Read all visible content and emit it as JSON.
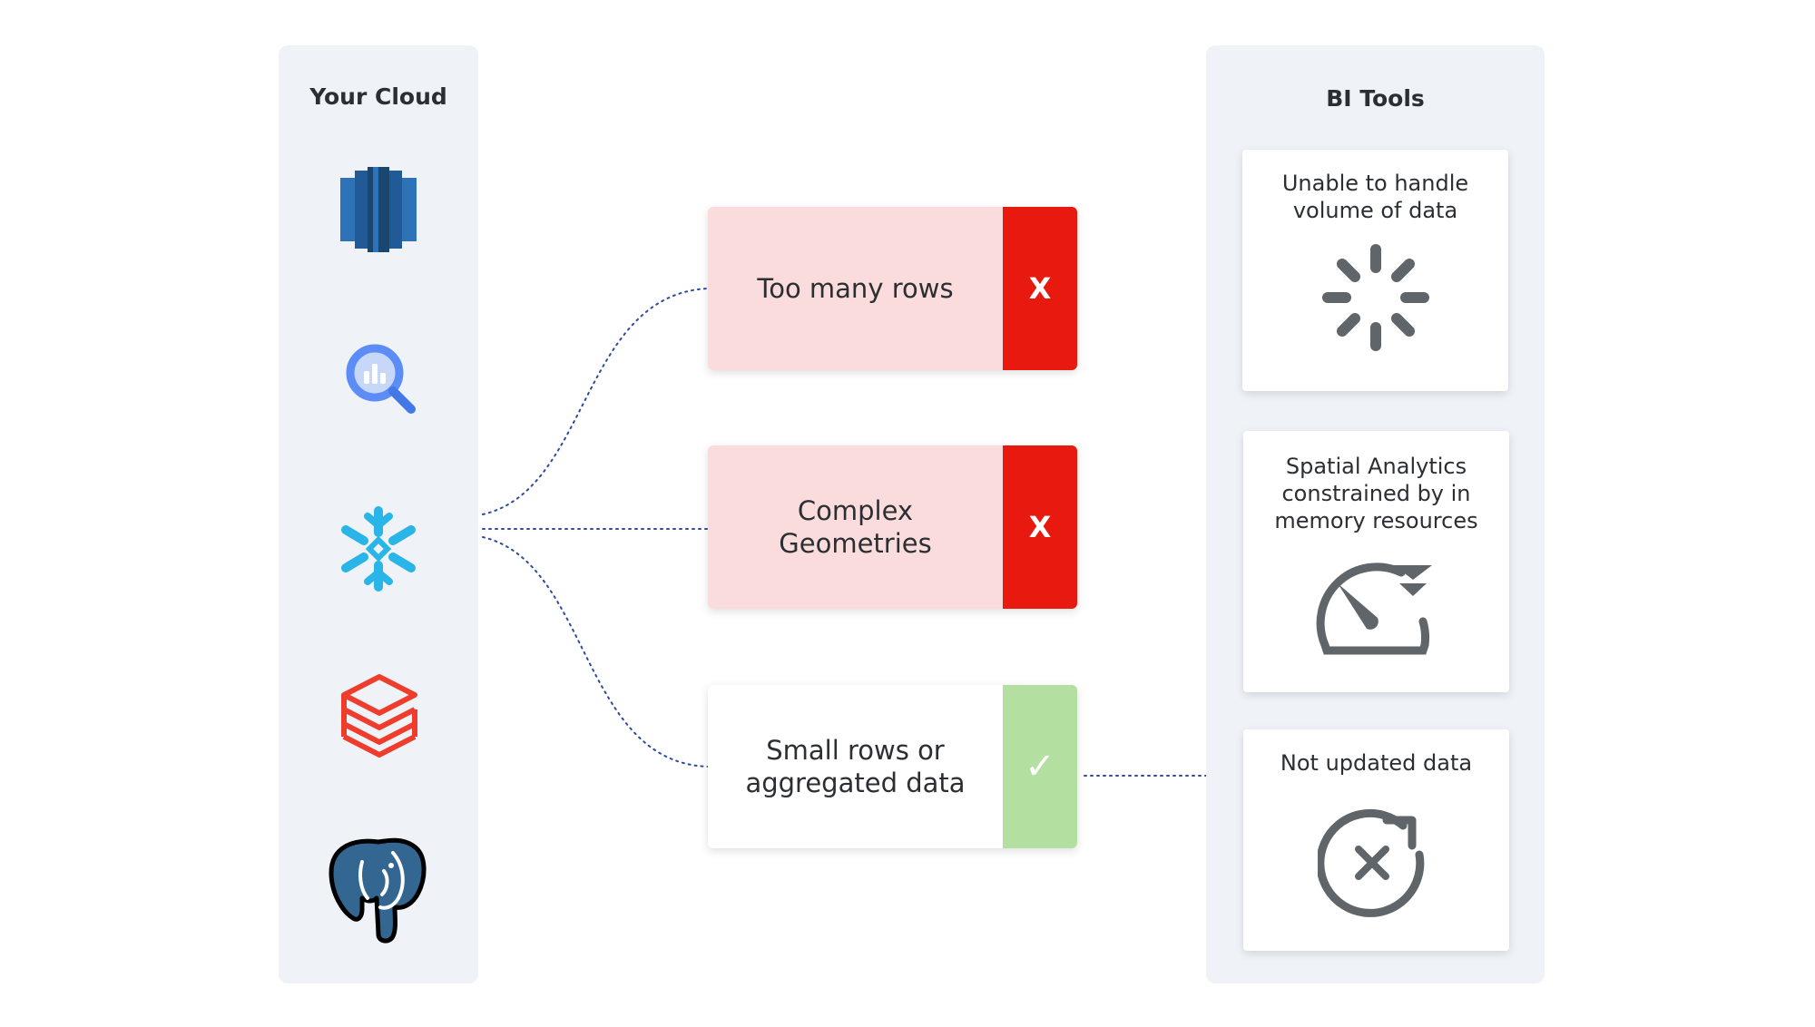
{
  "source_panel": {
    "title": "Your Cloud",
    "sources": [
      {
        "icon": "amazon-redshift-logo-icon"
      },
      {
        "icon": "google-bigquery-logo-icon"
      },
      {
        "icon": "snowflake-logo-icon"
      },
      {
        "icon": "databricks-logo-icon"
      },
      {
        "icon": "postgresql-elephant-logo-icon"
      }
    ]
  },
  "middle_cards": [
    {
      "text": "Too many rows",
      "status": "X",
      "state": "fail",
      "status_color": "#e8190f",
      "bg_color": "#fbdcdc"
    },
    {
      "text": "Complex Geometries",
      "status": "X",
      "state": "fail",
      "status_color": "#e8190f",
      "bg_color": "#fbdcdc"
    },
    {
      "text": "Small rows or aggregated data",
      "status": "✓",
      "state": "pass",
      "status_color": "#b3e0a1",
      "bg_color": "#ffffff"
    }
  ],
  "bi_panel": {
    "title": "BI Tools",
    "cards": [
      {
        "text": "Unable to handle volume of data",
        "icon": "loading-spinner-icon"
      },
      {
        "text": "Spatial Analytics constrained by in memory resources",
        "icon": "speedometer-down-icon"
      },
      {
        "text": "Not updated data",
        "icon": "refresh-cancel-icon"
      }
    ]
  },
  "colors": {
    "panel_bg": "#eff3f8",
    "connector": "#2f4b9e",
    "icon_gray": "#5f6569"
  }
}
